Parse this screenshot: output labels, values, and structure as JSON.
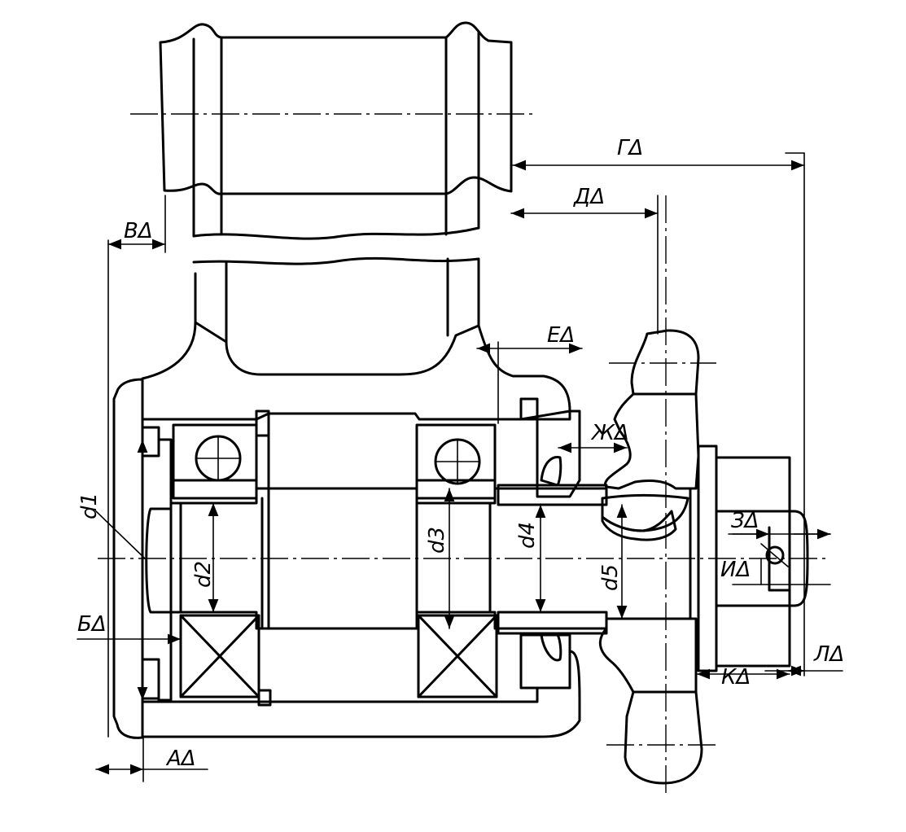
{
  "drawing": {
    "labels": {
      "G": "ГΔ",
      "D": "ДΔ",
      "V": "ВΔ",
      "E": "ЕΔ",
      "Zh": "ЖΔ",
      "Z": "ЗΔ",
      "I": "ИΔ",
      "K": "КΔ",
      "L": "ЛΔ",
      "B": "БΔ",
      "A": "АΔ",
      "d1": "d1",
      "d2": "d2",
      "d3": "d3",
      "d4": "d4",
      "d5": "d5"
    }
  }
}
